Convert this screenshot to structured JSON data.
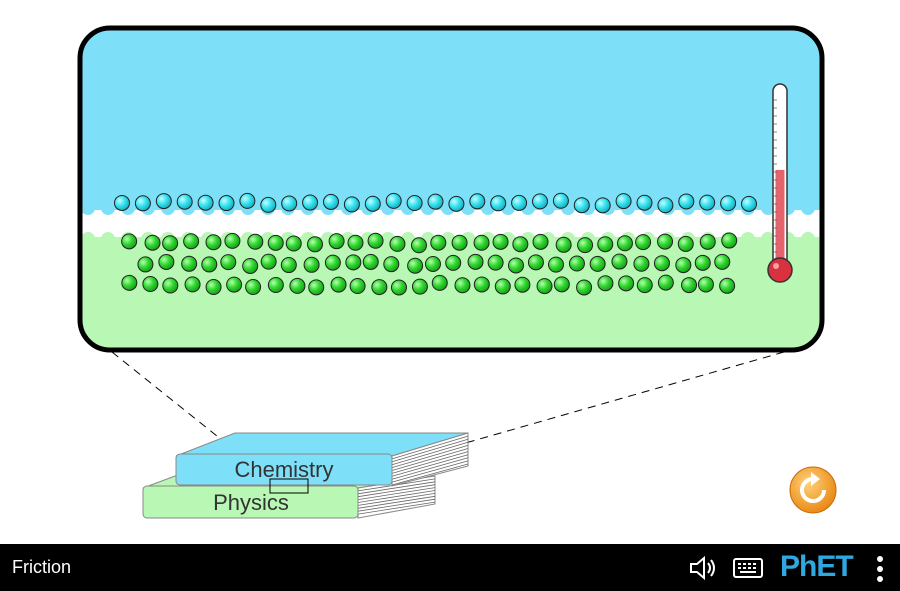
{
  "app": {
    "title": "Friction"
  },
  "books": {
    "top_label": "Chemistry",
    "bottom_label": "Physics"
  },
  "thermometer": {
    "level_fraction": 0.55
  },
  "colors": {
    "top_book": "#7ee0f8",
    "bottom_book": "#b8f7b4",
    "top_atom": "#33e3f0",
    "bottom_atom": "#2fd82f",
    "thermo_fill": "#e5636c",
    "reset": "#f5a12a"
  },
  "navbar": {
    "brand": "PhET",
    "icons": [
      "speaker-icon",
      "keyboard-icon",
      "phet-logo",
      "kebab-menu-icon"
    ]
  }
}
